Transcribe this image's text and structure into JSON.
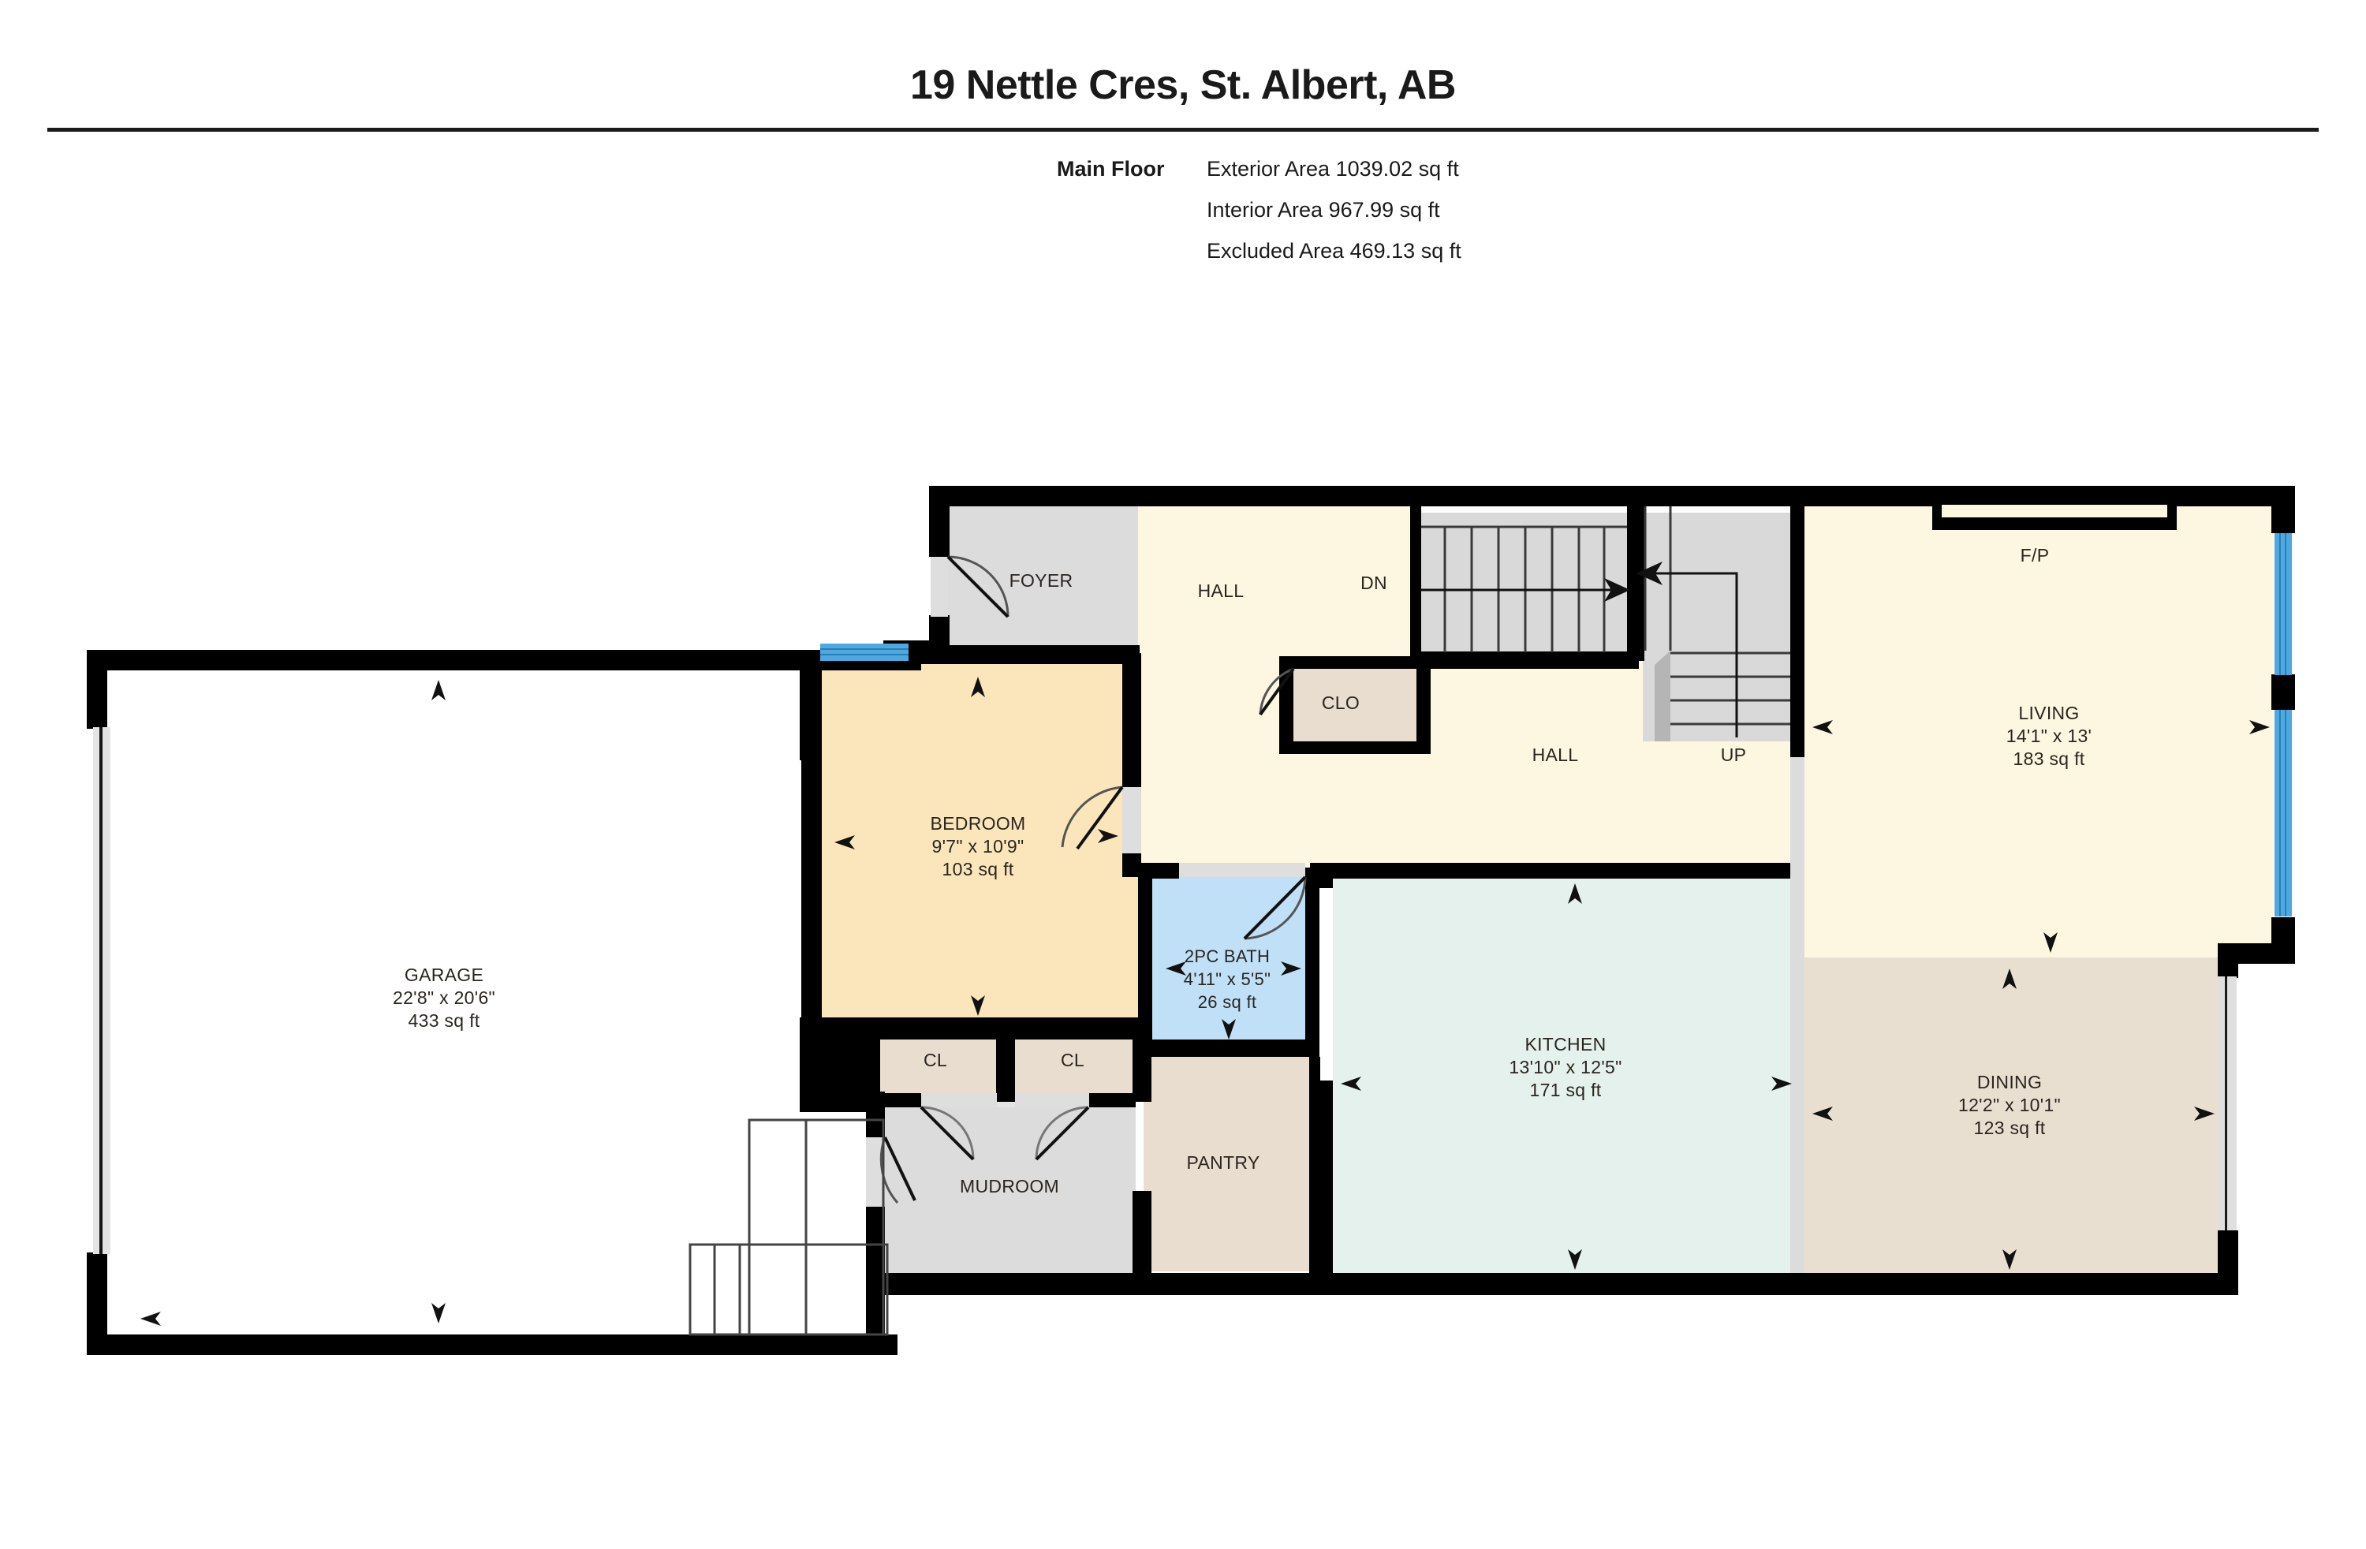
{
  "header": {
    "title": "19 Nettle Cres, St. Albert, AB",
    "floor_label": "Main Floor",
    "areas": [
      {
        "label": "Main Floor",
        "value": "Exterior Area 1039.02 sq ft"
      },
      {
        "label": "",
        "value": "Interior Area 967.99 sq ft"
      },
      {
        "label": "",
        "value": "Excluded Area 469.13 sq ft"
      }
    ]
  },
  "colors": {
    "wall": "#000000",
    "window": "#4ea9e0",
    "garage_fill": "#ffffff",
    "bedroom_fill": "#fbe5bb",
    "bath_fill": "#bfe0f7",
    "kitchen_fill": "#e4f1ec",
    "dining_fill": "#e9dfd1",
    "living_fill": "#fdf6e0",
    "hall_fill": "#fdf6e0",
    "foyer_fill": "#dcdcdc",
    "mudroom_fill": "#dcdcdc",
    "stair_fill": "#d9d9d9",
    "closet_fill": "#e8ddcf",
    "pantry_fill": "#e8ddcf"
  },
  "rooms": [
    {
      "id": "garage",
      "name": "GARAGE",
      "dims": "22'8\" x 20'6\"",
      "area": "433 sq ft"
    },
    {
      "id": "bedroom",
      "name": "BEDROOM",
      "dims": "9'7\" x 10'9\"",
      "area": "103 sq ft"
    },
    {
      "id": "bath",
      "name": "2PC BATH",
      "dims": "4'11\" x 5'5\"",
      "area": "26 sq ft"
    },
    {
      "id": "kitchen",
      "name": "KITCHEN",
      "dims": "13'10\" x 12'5\"",
      "area": "171 sq ft"
    },
    {
      "id": "dining",
      "name": "DINING",
      "dims": "12'2\" x 10'1\"",
      "area": "123 sq ft"
    },
    {
      "id": "living",
      "name": "LIVING",
      "dims": "14'1\" x 13'",
      "area": "183 sq ft"
    }
  ],
  "labels": {
    "foyer": "FOYER",
    "hall_top": "HALL",
    "hall_mid": "HALL",
    "clo": "CLO",
    "dn": "DN",
    "up": "UP",
    "fp": "F/P",
    "mudroom": "MUDROOM",
    "pantry": "PANTRY",
    "closet_1": "CL",
    "closet_2": "CL"
  }
}
